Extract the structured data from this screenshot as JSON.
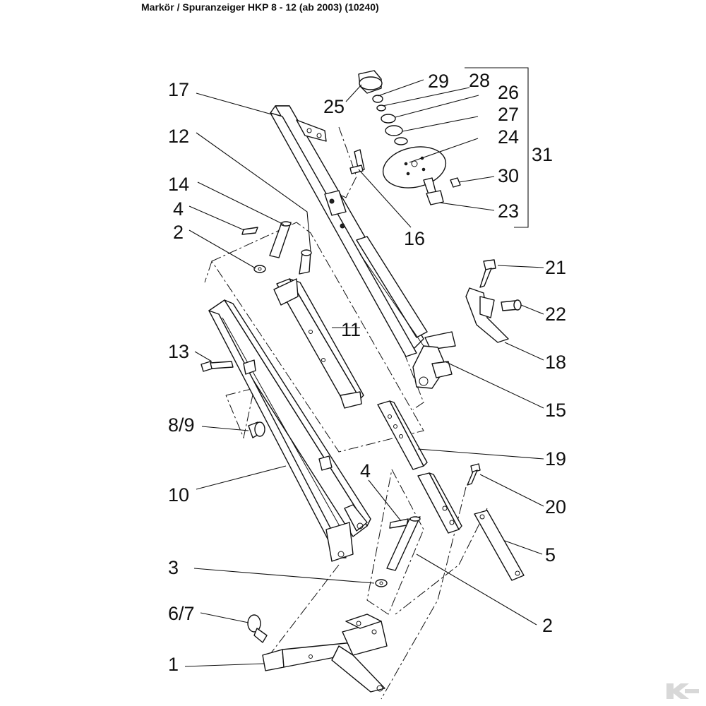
{
  "title": "Markör / Spuranzeiger HKP 8 - 12  (ab 2003) (10240)",
  "labels": {
    "l1": "1",
    "l2a": "2",
    "l2b": "2",
    "l3": "3",
    "l4a": "4",
    "l4b": "4",
    "l5": "5",
    "l67": "6/7",
    "l89": "8/9",
    "l10": "10",
    "l11": "11",
    "l12": "12",
    "l13": "13",
    "l14": "14",
    "l15": "15",
    "l16": "16",
    "l17": "17",
    "l18": "18",
    "l19": "19",
    "l20": "20",
    "l21": "21",
    "l22": "22",
    "l23": "23",
    "l24": "24",
    "l25": "25",
    "l26": "26",
    "l27": "27",
    "l28": "28",
    "l29": "29",
    "l30": "30",
    "l31": "31"
  },
  "icons": {
    "logo": "kramp-logo-icon"
  },
  "colors": {
    "line": "#111111",
    "logo": "#d8d8d8",
    "background": "#ffffff"
  }
}
